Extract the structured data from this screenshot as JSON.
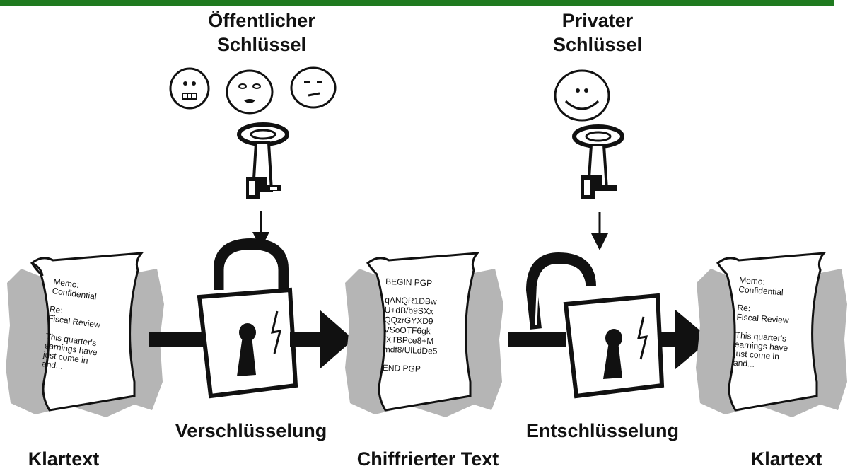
{
  "labels": {
    "public_key_line1": "Öffentlicher",
    "public_key_line2": "Schlüssel",
    "private_key_line1": "Privater",
    "private_key_line2": "Schlüssel",
    "encryption": "Verschlüsselung",
    "decryption": "Entschlüsselung",
    "plaintext_left": "Klartext",
    "ciphertext": "Chiffrierter Text",
    "plaintext_right": "Klartext"
  },
  "memo_left": [
    "Memo:",
    "Confidential",
    "",
    "Re:",
    "Fiscal Review",
    "",
    "This quarter's",
    "earnings have",
    "just come in",
    "and..."
  ],
  "cipher_doc": [
    "BEGIN PGP",
    "",
    "qANQR1DBw",
    "U+dB/b9SXx",
    "QQzrGYXD9",
    "VSoOTF6gk",
    "/XTBPce8+M",
    "mdf8/UlLdDe5",
    "",
    "END PGP"
  ],
  "memo_right": [
    "Memo:",
    "Confidential",
    "",
    "Re:",
    "Fiscal Review",
    "",
    "This quarter's",
    "earnings have",
    "just come in",
    "and..."
  ],
  "colors": {
    "topbar": "#1f7a1f",
    "ink": "#111111",
    "shadow": "#b5b5b5"
  },
  "icons": [
    "face-icon",
    "key-icon",
    "lock-closed-icon",
    "lock-open-icon",
    "arrow-icon",
    "document-icon"
  ]
}
